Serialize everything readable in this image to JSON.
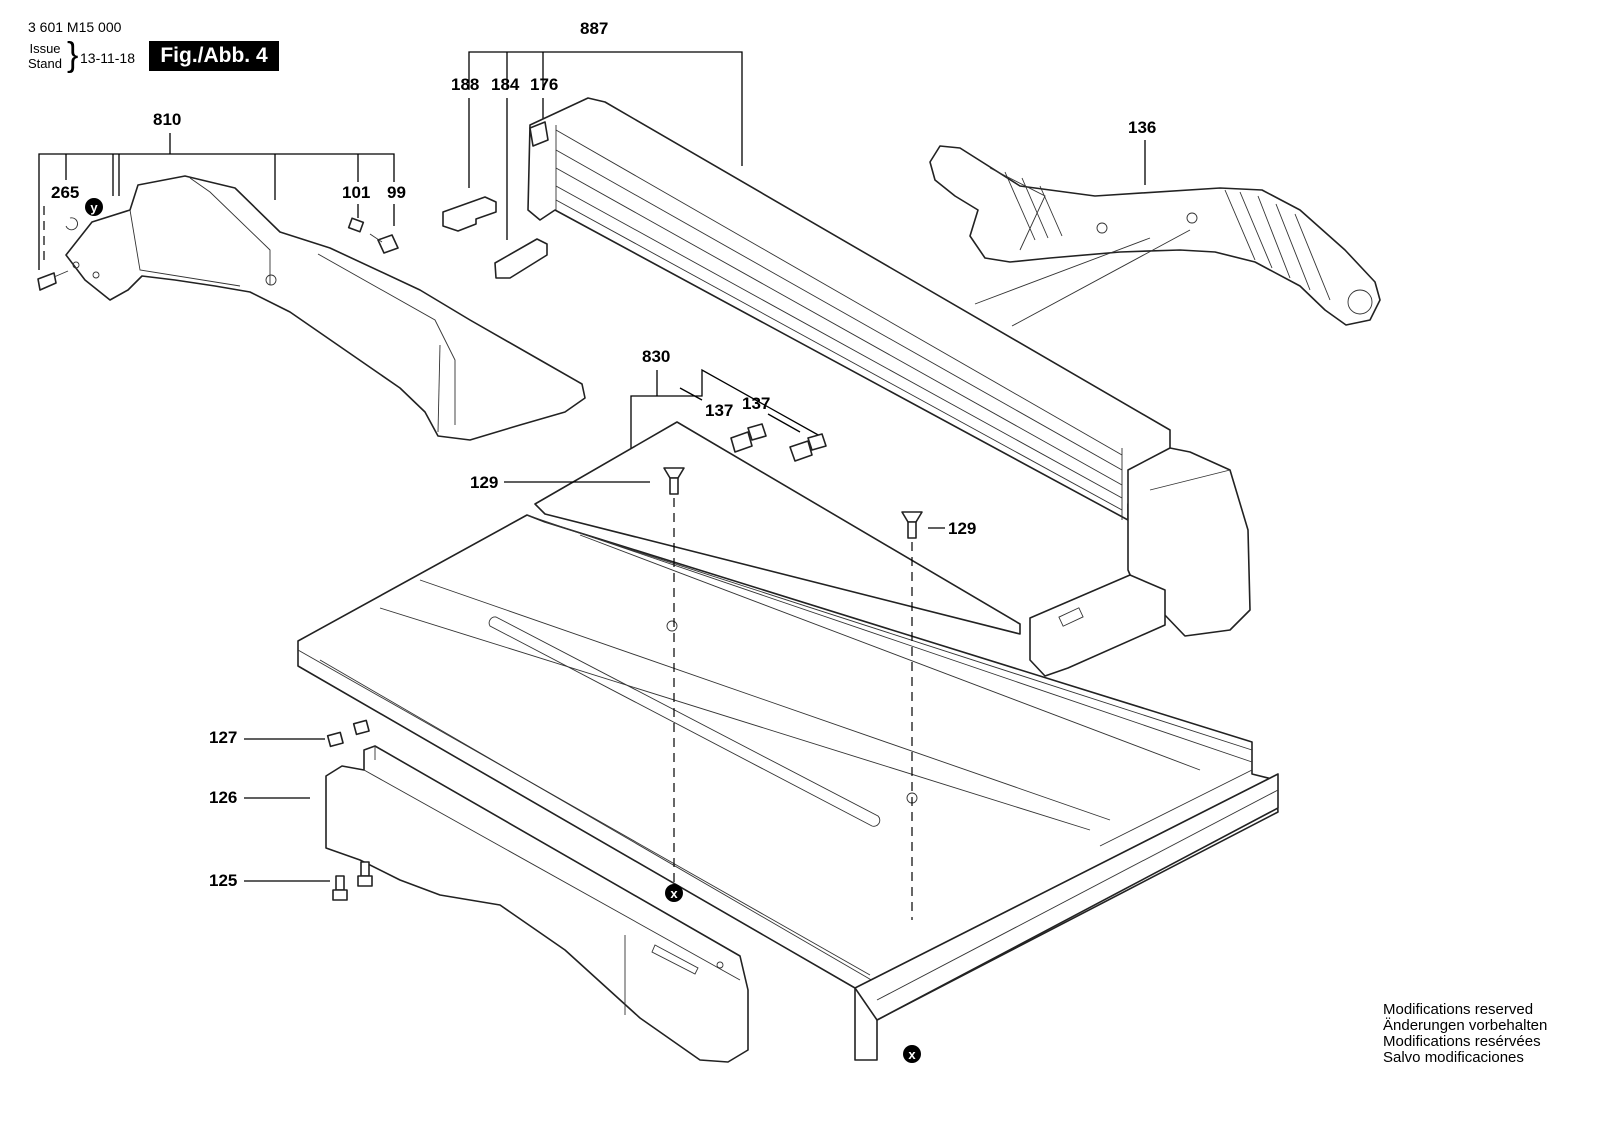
{
  "header": {
    "document_number": "3 601 M15 000",
    "issue_label": "Issue",
    "stand_label": "Stand",
    "date": "13-11-18",
    "figure_label": "Fig./Abb. 4"
  },
  "callouts": {
    "c887": "887",
    "c188": "188",
    "c184": "184",
    "c176": "176",
    "c810": "810",
    "c265": "265",
    "c101": "101",
    "c99": "99",
    "c136": "136",
    "c830": "830",
    "c137a": "137",
    "c137b": "137",
    "c129a": "129",
    "c129b": "129",
    "c127": "127",
    "c126": "126",
    "c125": "125"
  },
  "markers": {
    "y": "y",
    "x_bottom_left": "x",
    "x_bottom_right": "x"
  },
  "footer_notes": [
    "Modifications reserved",
    "Änderungen vorbehalten",
    "Modifications resérvées",
    "Salvo modificaciones"
  ]
}
